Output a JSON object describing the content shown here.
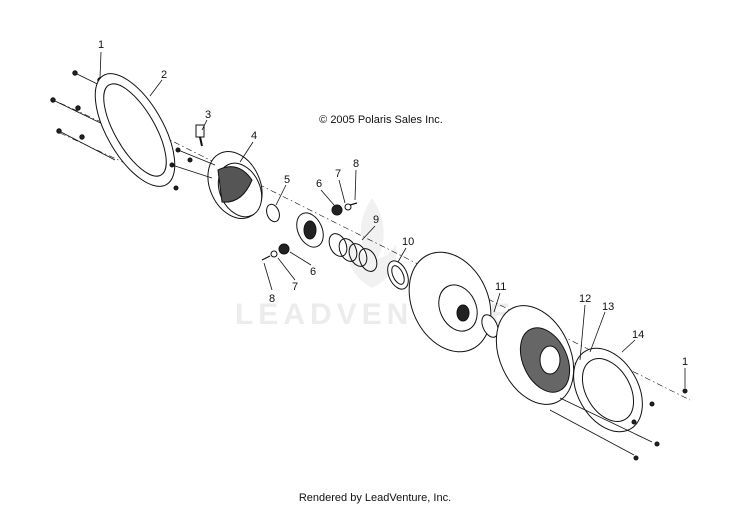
{
  "copyright": "© 2005 Polaris Sales Inc.",
  "footer": "Rendered by LeadVenture, Inc.",
  "watermark": "LEADVENTURE",
  "callouts": [
    {
      "id": "c1a",
      "label": "1"
    },
    {
      "id": "c2",
      "label": "2"
    },
    {
      "id": "c3",
      "label": "3"
    },
    {
      "id": "c4",
      "label": "4"
    },
    {
      "id": "c5",
      "label": "5"
    },
    {
      "id": "c6a",
      "label": "6"
    },
    {
      "id": "c7a",
      "label": "7"
    },
    {
      "id": "c8a",
      "label": "8"
    },
    {
      "id": "c9",
      "label": "9"
    },
    {
      "id": "c10",
      "label": "10"
    },
    {
      "id": "c6b",
      "label": "6"
    },
    {
      "id": "c7b",
      "label": "7"
    },
    {
      "id": "c8b",
      "label": "8"
    },
    {
      "id": "c11",
      "label": "11"
    },
    {
      "id": "c12",
      "label": "12"
    },
    {
      "id": "c13",
      "label": "13"
    },
    {
      "id": "c14",
      "label": "14"
    },
    {
      "id": "c1b",
      "label": "1"
    }
  ]
}
